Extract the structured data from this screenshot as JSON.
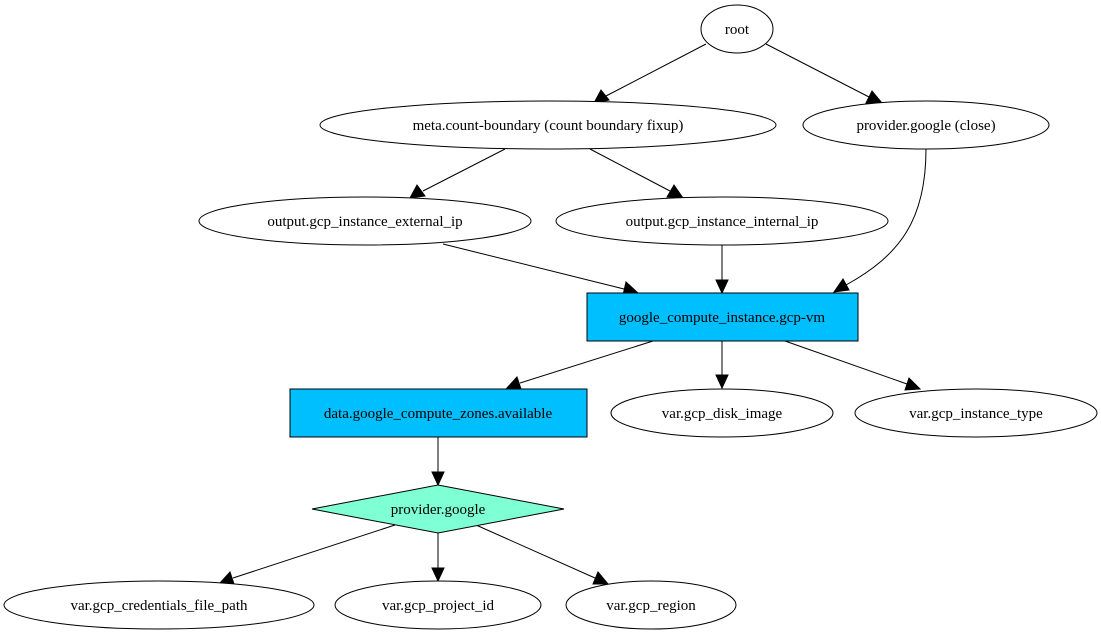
{
  "graph": {
    "colors": {
      "resource_fill": "#00bfff",
      "provider_fill": "#7fffd4",
      "default_fill": "#ffffff",
      "stroke": "#000000"
    },
    "nodes": {
      "root": {
        "label": "root"
      },
      "meta_count_boundary": {
        "label": "meta.count-boundary (count boundary fixup)"
      },
      "provider_google_close": {
        "label": "provider.google (close)"
      },
      "output_external_ip": {
        "label": "output.gcp_instance_external_ip"
      },
      "output_internal_ip": {
        "label": "output.gcp_instance_internal_ip"
      },
      "compute_instance": {
        "label": "google_compute_instance.gcp-vm"
      },
      "compute_zones": {
        "label": "data.google_compute_zones.available"
      },
      "var_disk_image": {
        "label": "var.gcp_disk_image"
      },
      "var_instance_type": {
        "label": "var.gcp_instance_type"
      },
      "provider_google": {
        "label": "provider.google"
      },
      "var_credentials": {
        "label": "var.gcp_credentials_file_path"
      },
      "var_project_id": {
        "label": "var.gcp_project_id"
      },
      "var_region": {
        "label": "var.gcp_region"
      }
    },
    "edges": [
      [
        "root",
        "meta_count_boundary"
      ],
      [
        "root",
        "provider_google_close"
      ],
      [
        "meta_count_boundary",
        "output_external_ip"
      ],
      [
        "meta_count_boundary",
        "output_internal_ip"
      ],
      [
        "output_external_ip",
        "compute_instance"
      ],
      [
        "output_internal_ip",
        "compute_instance"
      ],
      [
        "provider_google_close",
        "compute_instance"
      ],
      [
        "compute_instance",
        "compute_zones"
      ],
      [
        "compute_instance",
        "var_disk_image"
      ],
      [
        "compute_instance",
        "var_instance_type"
      ],
      [
        "compute_zones",
        "provider_google"
      ],
      [
        "provider_google",
        "var_credentials"
      ],
      [
        "provider_google",
        "var_project_id"
      ],
      [
        "provider_google",
        "var_region"
      ]
    ]
  }
}
